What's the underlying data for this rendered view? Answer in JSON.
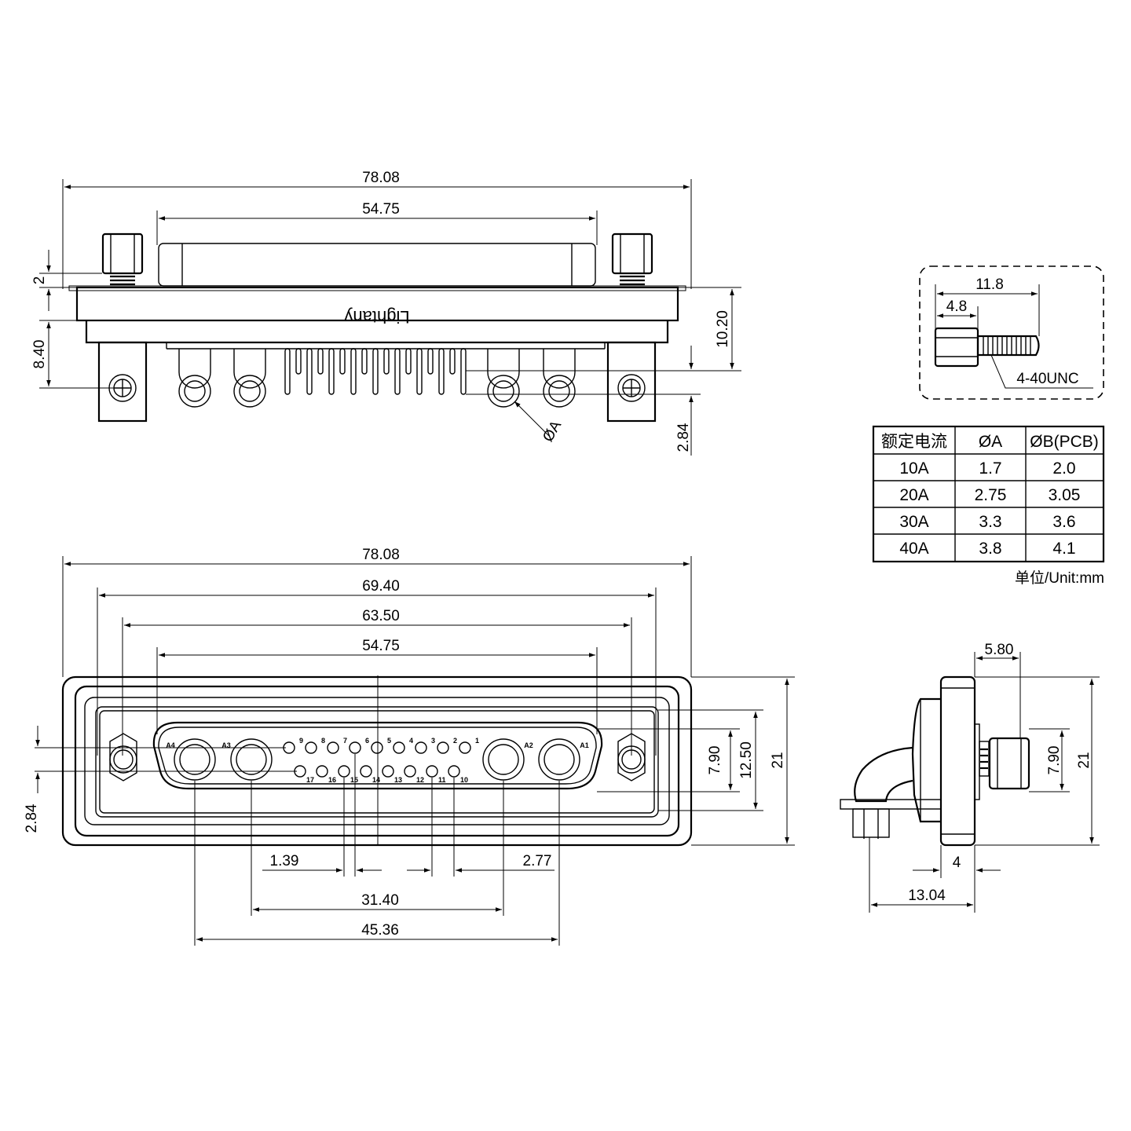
{
  "brand": "Lightany",
  "front_view": {
    "dims": {
      "overall_width": "78.08",
      "shell_width": "54.75",
      "flange_gap": "2",
      "height": "10.20",
      "pin_drop": "8.40",
      "pcb_offset": "2.84",
      "hole_diameter": "ØA"
    }
  },
  "face_view": {
    "dims": {
      "overall_width": "78.08",
      "width_69": "69.40",
      "width_63": "63.50",
      "shell_width": "54.75",
      "row_pitch_b": "7.90",
      "height_12": "12.50",
      "height_21": "21",
      "offset_284": "2.84",
      "pitch_139": "1.39",
      "pitch_277": "2.77",
      "span_3140": "31.40",
      "span_4536": "45.36"
    },
    "pin_labels_top": [
      "9",
      "8",
      "7",
      "6",
      "5",
      "4",
      "3",
      "2",
      "1"
    ],
    "pin_labels_bottom": [
      "17",
      "16",
      "15",
      "14",
      "13",
      "12",
      "11",
      "10"
    ],
    "power_labels": [
      "A4",
      "A3",
      "A2",
      "A1"
    ]
  },
  "side_view": {
    "dims": {
      "top_580": "5.80",
      "height_790": "7.90",
      "height_21": "21",
      "depth_4": "4",
      "depth_1304": "13.04"
    }
  },
  "screw_detail": {
    "length_total": "11.8",
    "length_head": "4.8",
    "thread": "4-40UNC"
  },
  "spec_table": {
    "headers": [
      "额定电流",
      "ØA",
      "ØB(PCB)"
    ],
    "rows": [
      [
        "10A",
        "1.7",
        "2.0"
      ],
      [
        "20A",
        "2.75",
        "3.05"
      ],
      [
        "30A",
        "3.3",
        "3.6"
      ],
      [
        "40A",
        "3.8",
        "4.1"
      ]
    ],
    "unit_note": "单位/Unit:mm"
  }
}
